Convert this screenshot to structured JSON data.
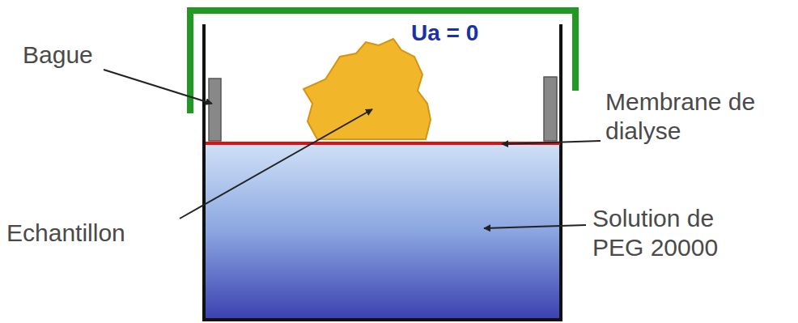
{
  "diagram": {
    "labels": [
      "Ua = 0",
      "Bague",
      "Membrane de dialyse",
      "Echantillon",
      "Solution de PEG 20000"
    ]
  }
}
